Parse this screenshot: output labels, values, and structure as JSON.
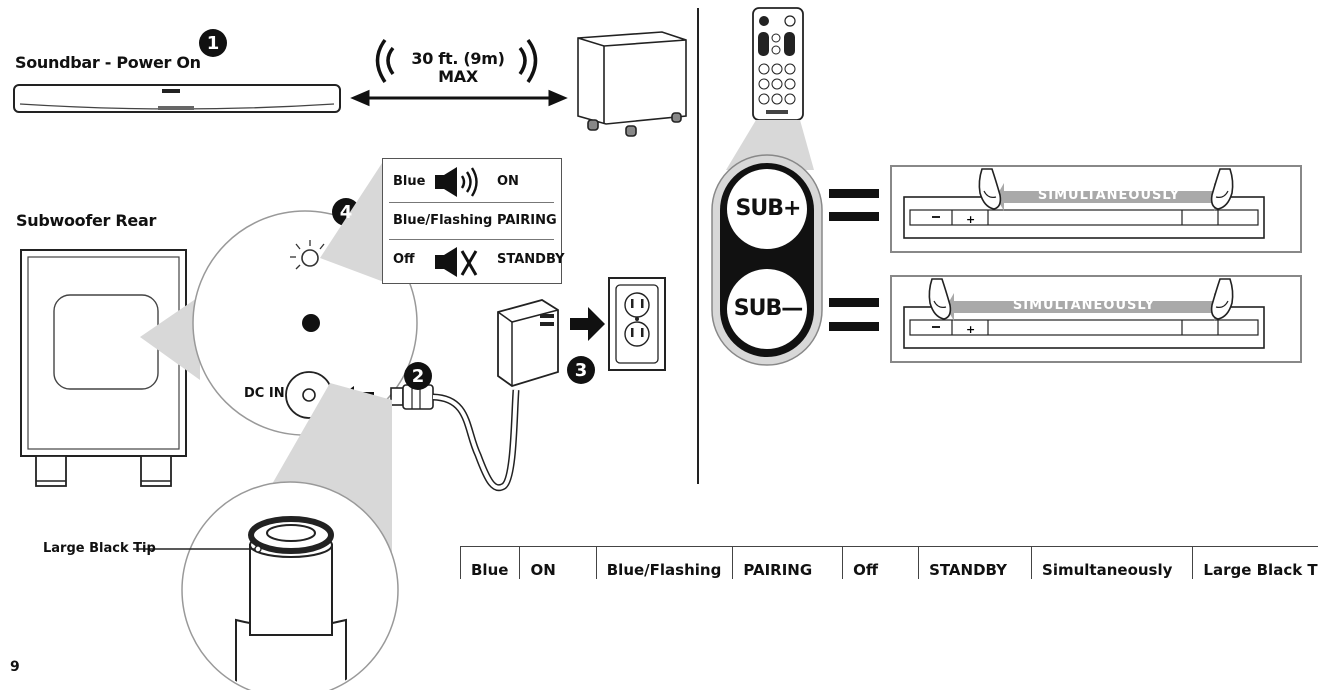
{
  "top": {
    "soundbar_label": "Soundbar - Power On",
    "distance_line1": "30 ft. (9m)",
    "distance_line2": "MAX",
    "subwoofer_rear_label": "Subwoofer Rear",
    "dc_in_label": "DC IN",
    "large_black_tip_label": "Large Black Tip",
    "page_number": "9"
  },
  "steps": {
    "s1": "1",
    "s2": "2",
    "s3": "3",
    "s4": "4"
  },
  "status_callout": {
    "rows": [
      {
        "color": "Blue",
        "state": "ON"
      },
      {
        "color": "Blue/Flashing",
        "state": "PAIRING"
      },
      {
        "color": "Off",
        "state": "STANDBY"
      }
    ]
  },
  "remote": {
    "sub_plus": "SUB+",
    "sub_minus": "SUB—",
    "panel_top_text": "SIMULTANEOUSLY",
    "panel_bottom_text": "SIMULTANEOUSLY"
  },
  "bottom_table": {
    "cells": [
      "Blue",
      "ON",
      "Blue/Flashing",
      "PAIRING",
      "Off",
      "STANDBY",
      "Simultaneously",
      "Large Black Tip"
    ]
  },
  "colors": {
    "ink": "#111111",
    "light_gray": "#d8d8d8",
    "mid_gray": "#a9a9a9"
  }
}
